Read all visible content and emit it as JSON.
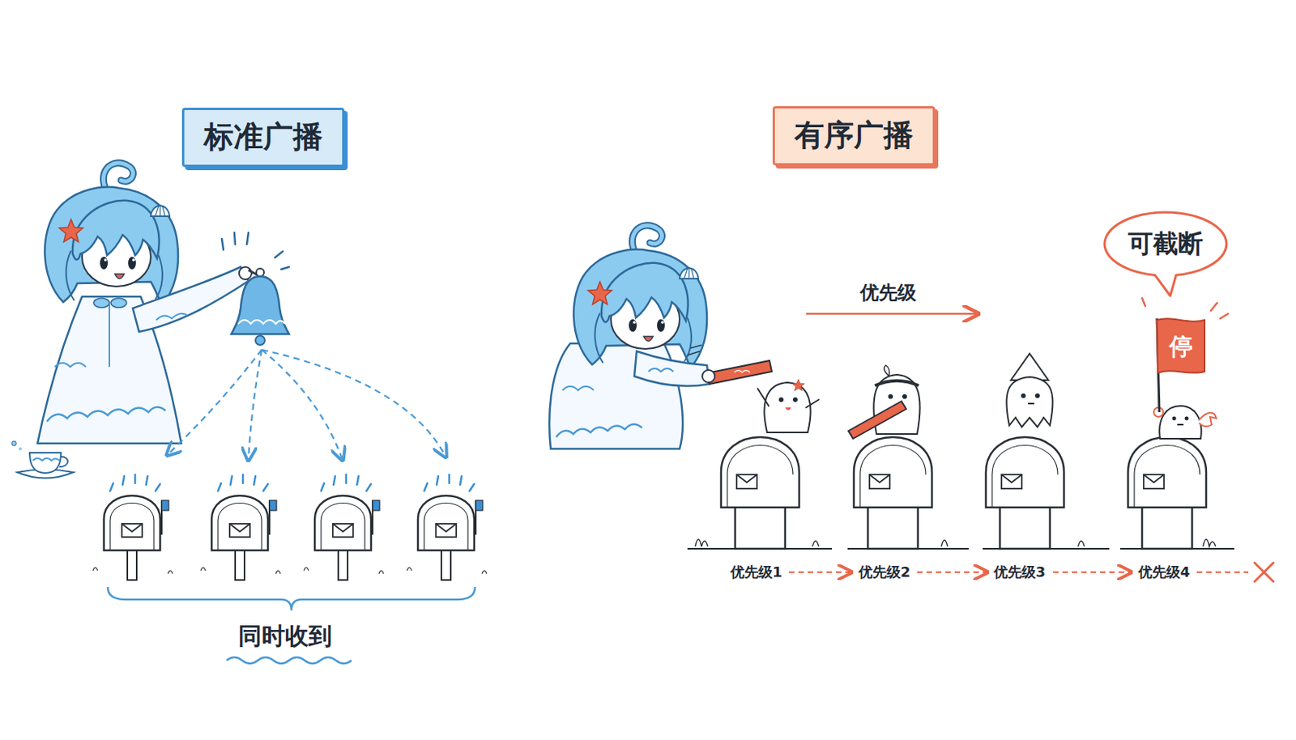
{
  "diagram": {
    "nodes": [
      {
        "text": [
          "标准广播"
        ]
      },
      {
        "text": [
          "有序广播"
        ]
      },
      {
        "text": [
          "可截断"
        ]
      }
    ],
    "labels": [
      "同时收到",
      "优先级",
      "优先级1",
      "优先级2",
      "优先级3",
      "优先级4",
      "停"
    ]
  }
}
